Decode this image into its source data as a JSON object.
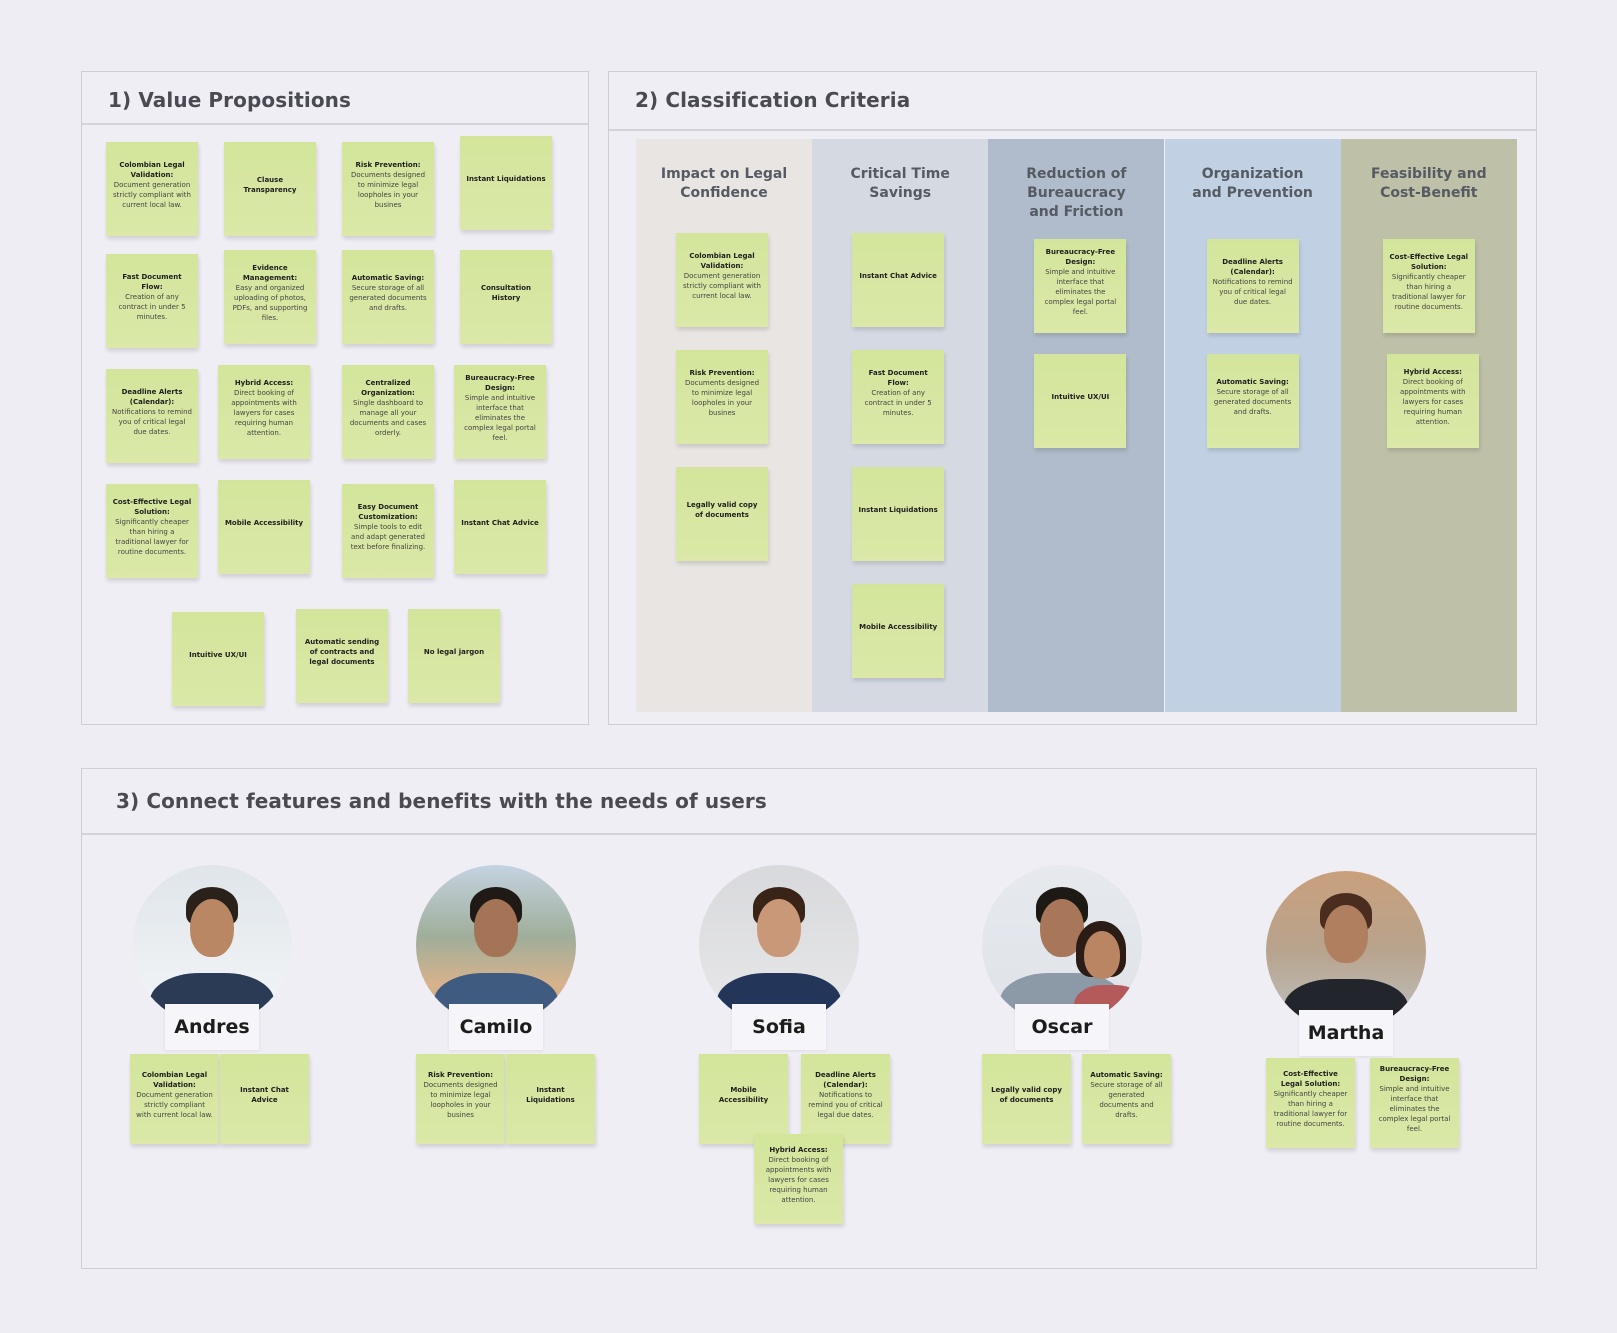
{
  "frames": {
    "value_propositions": {
      "title": "1) Value Propositions",
      "stickies": [
        {
          "title": "Colombian Legal Validation:",
          "body": "Document generation strictly compliant with current local law."
        },
        {
          "title": "Clause Transparency",
          "body": ""
        },
        {
          "title": "Risk Prevention:",
          "body": "Documents designed to minimize legal loopholes in your busines"
        },
        {
          "title": "Instant Liquidations",
          "body": ""
        },
        {
          "title": "Fast Document Flow:",
          "body": "Creation of any contract in under 5 minutes."
        },
        {
          "title": "Evidence Management:",
          "body": "Easy and organized uploading of photos, PDFs, and supporting files."
        },
        {
          "title": "Automatic Saving:",
          "body": "Secure storage of all generated documents and drafts."
        },
        {
          "title": "Consultation History",
          "body": ""
        },
        {
          "title": "Deadline Alerts (Calendar):",
          "body": "Notifications to remind you of critical legal due dates."
        },
        {
          "title": "Hybrid Access:",
          "body": "Direct booking of appointments with lawyers for cases requiring human attention."
        },
        {
          "title": "Centralized Organization:",
          "body": "Single dashboard to manage all your documents and cases orderly."
        },
        {
          "title": "Bureaucracy-Free Design:",
          "body": "Simple and intuitive interface that eliminates the complex legal portal feel."
        },
        {
          "title": "Cost-Effective Legal Solution:",
          "body": "Significantly cheaper than hiring a traditional lawyer for routine documents."
        },
        {
          "title": "Mobile Accessibility",
          "body": ""
        },
        {
          "title": "Easy Document Customization:",
          "body": "Simple tools to edit and adapt generated text before finalizing."
        },
        {
          "title": "Instant Chat Advice",
          "body": ""
        },
        {
          "title": "Intuitive UX/UI",
          "body": ""
        },
        {
          "title": "Automatic sending of contracts and legal documents",
          "body": ""
        },
        {
          "title": "No legal jargon",
          "body": ""
        }
      ]
    },
    "classification_criteria": {
      "title": "2) Classification Criteria",
      "columns": [
        {
          "header": "Impact on Legal Confidence",
          "color": "#e9e5e3",
          "stickies": [
            {
              "title": "Colombian Legal Validation:",
              "body": "Document generation strictly compliant with current local law."
            },
            {
              "title": "Risk Prevention:",
              "body": "Documents designed to minimize legal loopholes in your busines"
            },
            {
              "title": "Legally valid copy of documents",
              "body": ""
            }
          ]
        },
        {
          "header": "Critical Time Savings",
          "color": "#d4d9e2",
          "stickies": [
            {
              "title": "Instant Chat Advice",
              "body": ""
            },
            {
              "title": "Fast Document Flow:",
              "body": "Creation of any contract in under 5 minutes."
            },
            {
              "title": "Instant Liquidations",
              "body": ""
            },
            {
              "title": "Mobile Accessibility",
              "body": ""
            }
          ]
        },
        {
          "header": "Reduction of Bureaucracy and Friction",
          "color": "#b0bccb",
          "stickies": [
            {
              "title": "Bureaucracy-Free Design:",
              "body": "Simple and intuitive interface that eliminates the complex legal portal feel."
            },
            {
              "title": "Intuitive UX/UI",
              "body": ""
            }
          ]
        },
        {
          "header": "Organization and Prevention",
          "color": "#c1d1e3",
          "stickies": [
            {
              "title": "Deadline Alerts (Calendar):",
              "body": "Notifications to remind you of critical legal due dates."
            },
            {
              "title": "Automatic Saving:",
              "body": "Secure storage of all generated documents and drafts."
            }
          ]
        },
        {
          "header": "Feasibility and Cost-Benefit",
          "color": "#bfc0a8",
          "stickies": [
            {
              "title": "Cost-Effective Legal Solution:",
              "body": "Significantly cheaper than hiring a traditional lawyer for routine documents."
            },
            {
              "title": "Hybrid Access:",
              "body": "Direct booking of appointments with lawyers for cases requiring human attention."
            }
          ]
        }
      ]
    },
    "user_needs": {
      "title": "3) Connect features and benefits with the needs of users",
      "personas": [
        {
          "name": "Andres",
          "stickies": [
            {
              "title": "Colombian Legal Validation:",
              "body": "Document generation strictly compliant with current local law."
            },
            {
              "title": "Instant Chat Advice",
              "body": ""
            }
          ]
        },
        {
          "name": "Camilo",
          "stickies": [
            {
              "title": "Risk Prevention:",
              "body": "Documents designed to minimize legal loopholes in your busines"
            },
            {
              "title": "Instant Liquidations",
              "body": ""
            }
          ]
        },
        {
          "name": "Sofia",
          "stickies": [
            {
              "title": "Mobile Accessibility",
              "body": ""
            },
            {
              "title": "Deadline Alerts (Calendar):",
              "body": "Notifications to remind you of critical legal due dates."
            },
            {
              "title": "Hybrid Access:",
              "body": "Direct booking of appointments with lawyers for cases requiring human attention."
            }
          ]
        },
        {
          "name": "Oscar",
          "stickies": [
            {
              "title": "Legally valid copy of documents",
              "body": ""
            },
            {
              "title": "Automatic Saving:",
              "body": "Secure storage of all generated documents and drafts."
            }
          ]
        },
        {
          "name": "Martha",
          "stickies": [
            {
              "title": "Cost-Effective Legal Solution:",
              "body": "Significantly cheaper than hiring a traditional lawyer for routine documents."
            },
            {
              "title": "Bureaucracy-Free Design:",
              "body": "Simple and intuitive interface that eliminates the complex legal portal feel."
            }
          ]
        }
      ]
    }
  },
  "colors": {
    "canvas": "#eeedf3",
    "sticky": "#d6e6a0",
    "frame_border": "#cfced6",
    "title_text": "#4a4a52"
  }
}
